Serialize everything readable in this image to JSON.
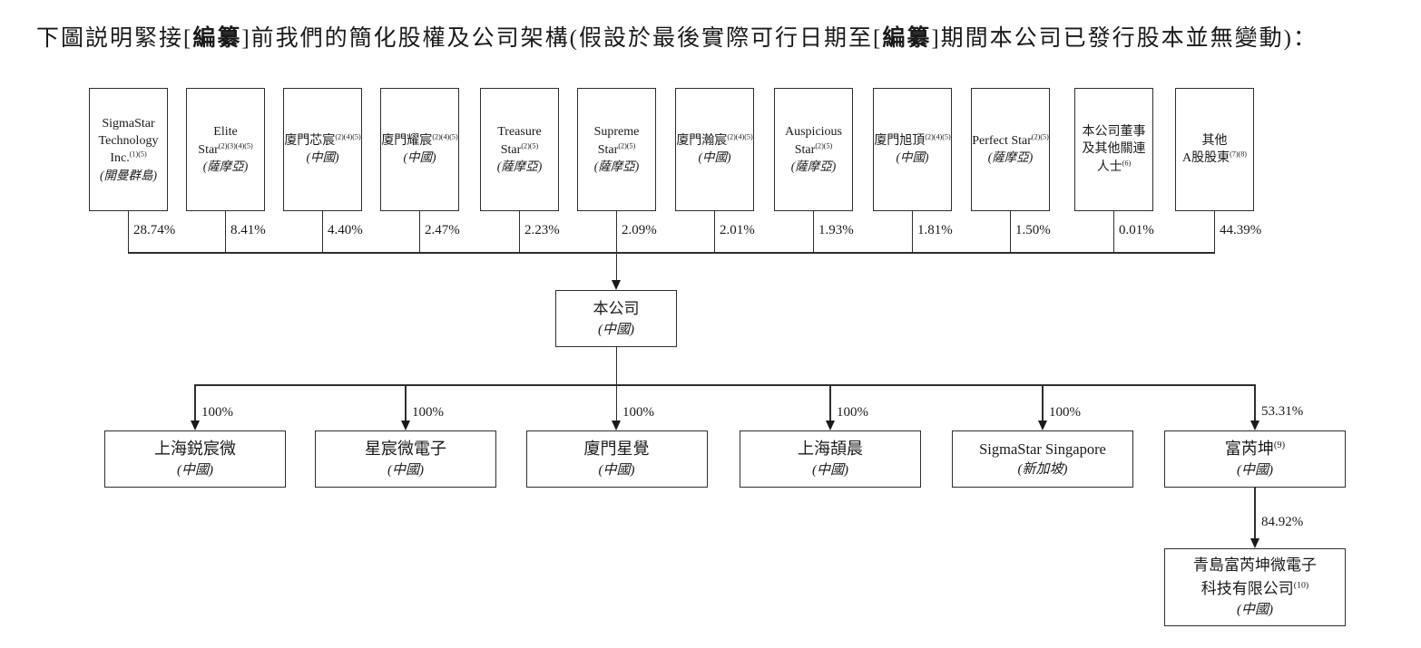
{
  "title": {
    "t1": "下圖説明緊接[",
    "b1": "編纂",
    "t2": "]前我們的簡化股權及公司架構(假設於最後實際可行日期至[",
    "b2": "編纂",
    "t3": "]期間本公司已發行股本並無變動)："
  },
  "shareholders": [
    {
      "l1": "SigmaStar",
      "l2": "Technology",
      "l3": "Inc.",
      "l3sup": "(1)(5)",
      "loc": "(開曼群島)",
      "pct": "28.74%"
    },
    {
      "l1": "Elite",
      "l2": "Star",
      "l2sup": "(2)(3)(4)(5)",
      "loc": "(薩摩亞)",
      "pct": "8.41%"
    },
    {
      "l1": "廈門芯宸",
      "l1sup": "(2)(4)(5)",
      "loc": "(中國)",
      "pct": "4.40%"
    },
    {
      "l1": "廈門耀宸",
      "l1sup": "(2)(4)(5)",
      "loc": "(中國)",
      "pct": "2.47%"
    },
    {
      "l1": "Treasure",
      "l2": "Star",
      "l2sup": "(2)(5)",
      "loc": "(薩摩亞)",
      "pct": "2.23%"
    },
    {
      "l1": "Supreme",
      "l2": "Star",
      "l2sup": "(2)(5)",
      "loc": "(薩摩亞)",
      "pct": "2.09%"
    },
    {
      "l1": "廈門瀚宸",
      "l1sup": "(2)(4)(5)",
      "loc": "(中國)",
      "pct": "2.01%"
    },
    {
      "l1": "Auspicious",
      "l2": "Star",
      "l2sup": "(2)(5)",
      "loc": "(薩摩亞)",
      "pct": "1.93%"
    },
    {
      "l1": "廈門旭頂",
      "l1sup": "(2)(4)(5)",
      "loc": "(中國)",
      "pct": "1.81%"
    },
    {
      "l1": "Perfect Star",
      "l1sup": "(2)(5)",
      "loc": "(薩摩亞)",
      "pct": "1.50%"
    },
    {
      "l1": "本公司董事",
      "l2": "及其他關連",
      "l3": "人士",
      "l3sup": "(6)",
      "pct": "0.01%"
    },
    {
      "l1": "其他",
      "l2": "A股股東",
      "l2sup": "(7)(8)",
      "pct": "44.39%"
    }
  ],
  "parent_company": {
    "name": "本公司",
    "loc": "(中國)"
  },
  "subsidiaries": [
    {
      "name": "上海鋭宸微",
      "loc": "(中國)",
      "pct": "100%"
    },
    {
      "name": "星宸微電子",
      "loc": "(中國)",
      "pct": "100%"
    },
    {
      "name": "廈門星覺",
      "loc": "(中國)",
      "pct": "100%"
    },
    {
      "name": "上海頡晨",
      "loc": "(中國)",
      "pct": "100%"
    },
    {
      "name": "SigmaStar Singapore",
      "loc": "(新加坡)",
      "pct": "100%"
    },
    {
      "name": "富芮坤",
      "sup": "(9)",
      "loc": "(中國)",
      "pct": "53.31%"
    }
  ],
  "sub_subsidiary": {
    "l1": "青島富芮坤微電子",
    "l2": "科技有限公司",
    "l2sup": "(10)",
    "loc": "(中國)",
    "pct": "84.92%"
  },
  "colors": {
    "line": "#2e2e2e",
    "text": "#1a1a1a",
    "background": "#ffffff"
  }
}
